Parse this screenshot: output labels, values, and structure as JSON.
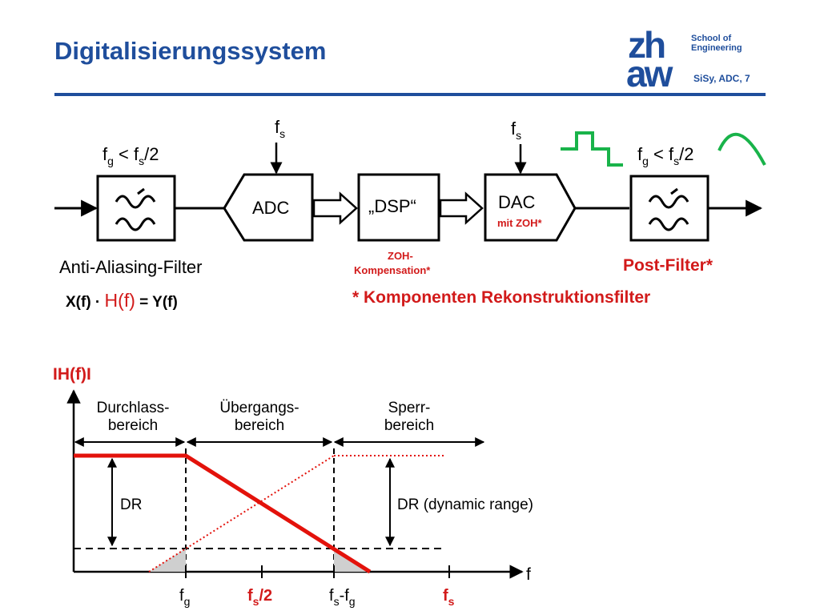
{
  "header": {
    "title": "Digitalisierungssystem",
    "logo_zh": "zh",
    "logo_aw": "aw",
    "logo_school_line1": "School of",
    "logo_school_line2": "Engineering",
    "slide_ref": "SiSy, ADC, 7"
  },
  "block_diagram": {
    "fs_label_main": "f",
    "fs_label_sub": "s",
    "fg_cond_1": {
      "f": "f",
      "g": "g",
      "lt": " < f",
      "s": "s",
      "rest": "/2"
    },
    "fg_cond_2": {
      "f": "f",
      "g": "g",
      "lt": " < f",
      "s": "s",
      "rest": "/2"
    },
    "adc_label": "ADC",
    "dsp_label": "„DSP“",
    "dac_label": "DAC",
    "dac_sublabel": "mit ZOH*",
    "zoh_comp_line1": "ZOH-",
    "zoh_comp_line2": "Kompensation*",
    "anti_aliasing_label": "Anti-Aliasing-Filter",
    "post_filter_label": "Post-Filter*",
    "equation": {
      "x": "X(f) · ",
      "h": "H(f)",
      "y": " = Y(f)"
    },
    "reconstruction_note": "* Komponenten Rekonstruktionsfilter"
  },
  "response_plot": {
    "y_axis_label": "IH(f)I",
    "x_axis_label": "f",
    "region_pass_1": "Durchlass-",
    "region_pass_2": "bereich",
    "region_trans_1": "Übergangs-",
    "region_trans_2": "bereich",
    "region_stop_1": "Sperr-",
    "region_stop_2": "bereich",
    "dr_left": "DR",
    "dr_right": "DR (dynamic range)",
    "tick_fg": {
      "main": "f",
      "sub": "g"
    },
    "tick_fs_half": {
      "main": "f",
      "sub": "s",
      "rest": "/2"
    },
    "tick_fs_minus_fg": {
      "main": "f",
      "sub": "s",
      "mid": "-f",
      "sub2": "g"
    },
    "tick_fs": {
      "main": "f",
      "sub": "s"
    }
  },
  "colors": {
    "title_blue": "#1f4e9c",
    "filter_red": "#e3120b",
    "accent_red": "#d21a1a",
    "signal_green": "#19b34a"
  }
}
